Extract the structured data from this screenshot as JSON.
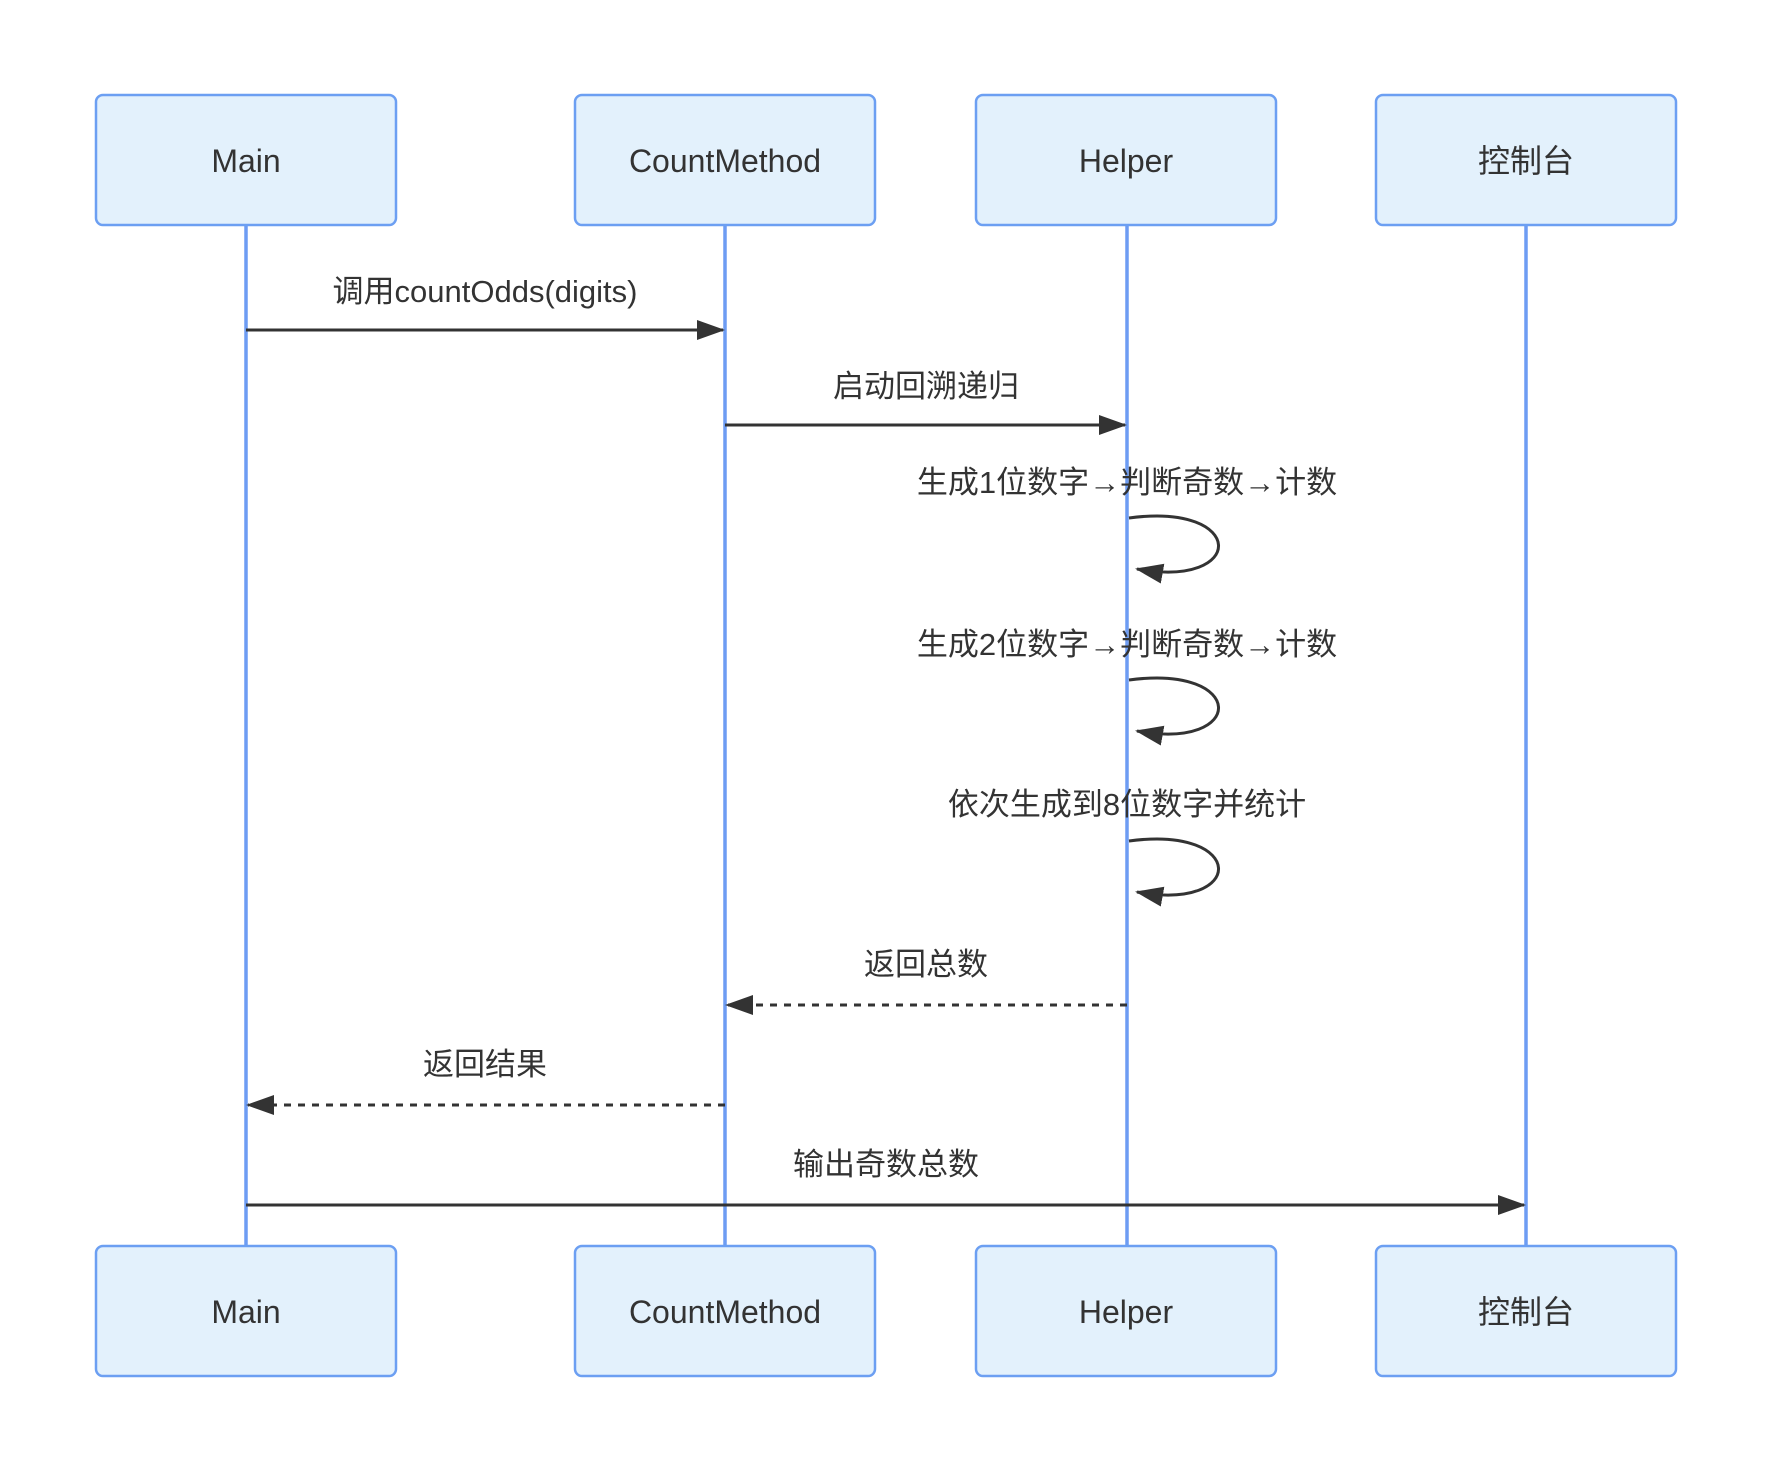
{
  "diagram": {
    "kind": "sequence-diagram",
    "actors": [
      {
        "id": "main",
        "label": "Main"
      },
      {
        "id": "countmethod",
        "label": "CountMethod"
      },
      {
        "id": "helper",
        "label": "Helper"
      },
      {
        "id": "console",
        "label": "控制台"
      }
    ],
    "messages": [
      {
        "from": "Main",
        "to": "CountMethod",
        "style": "solid",
        "label": "调用countOdds(digits)"
      },
      {
        "from": "CountMethod",
        "to": "Helper",
        "style": "solid",
        "label": "启动回溯递归"
      },
      {
        "from": "Helper",
        "to": "Helper",
        "style": "self-loop",
        "label": "生成1位数字→判断奇数→计数"
      },
      {
        "from": "Helper",
        "to": "Helper",
        "style": "self-loop",
        "label": "生成2位数字→判断奇数→计数"
      },
      {
        "from": "Helper",
        "to": "Helper",
        "style": "self-loop",
        "label": "依次生成到8位数字并统计"
      },
      {
        "from": "Helper",
        "to": "CountMethod",
        "style": "dashed",
        "label": "返回总数"
      },
      {
        "from": "CountMethod",
        "to": "Main",
        "style": "dashed",
        "label": "返回结果"
      },
      {
        "from": "Main",
        "to": "控制台",
        "style": "solid",
        "label": "输出奇数总数"
      }
    ],
    "colors": {
      "actor_fill": "#E3F1FC",
      "actor_border": "#6C9FF2",
      "lifeline": "#6D9CF3",
      "text_and_arrows": "#333333",
      "background": "#FFFFFF"
    }
  }
}
